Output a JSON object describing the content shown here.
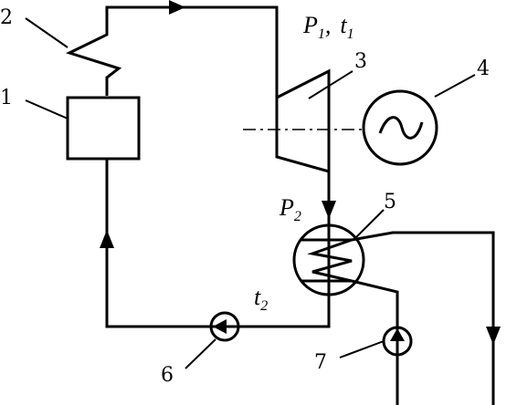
{
  "labels": {
    "boiler": "1",
    "superheater": "2",
    "turbine": "3",
    "generator": "4",
    "condenser": "5",
    "feed_pump": "6",
    "cooling_pump": "7"
  },
  "params": {
    "p1": "P",
    "p1_sub": "1",
    "comma": ",",
    "t1": "t",
    "t1_sub": "1",
    "p2": "P",
    "p2_sub": "2",
    "t2": "t",
    "t2_sub": "2"
  },
  "icons": {
    "generator": "sine-wave-icon",
    "pump": "pump-arrow-icon",
    "condenser": "coil-icon"
  }
}
